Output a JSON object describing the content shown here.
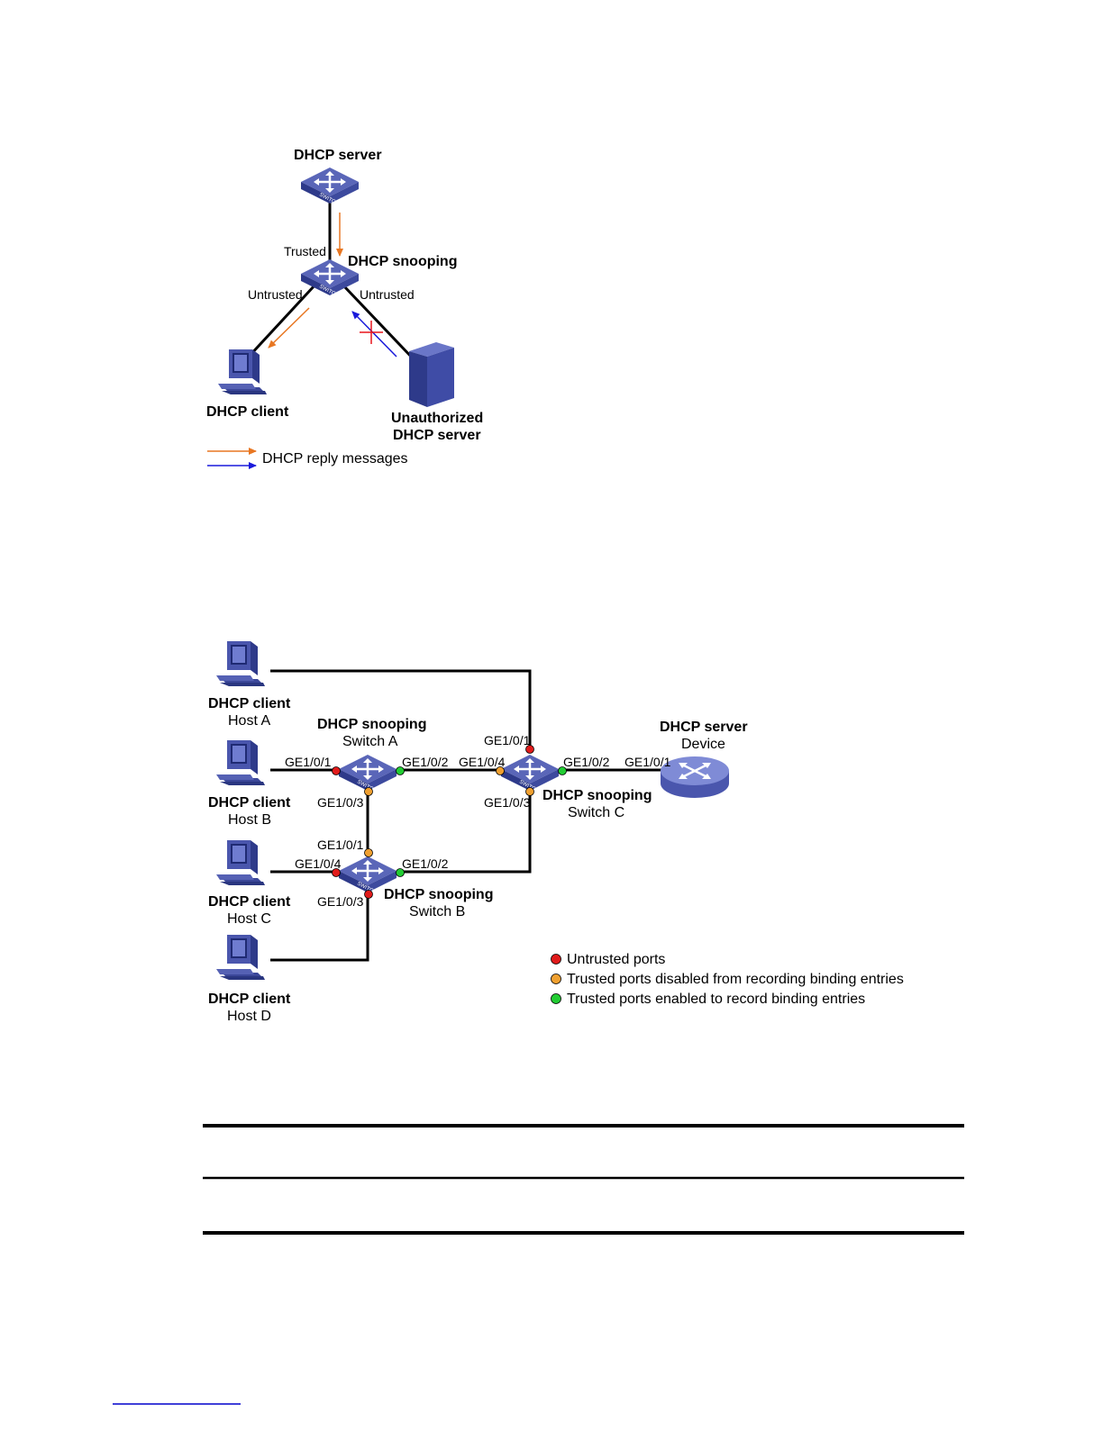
{
  "figure1": {
    "dhcp_server": "DHCP server",
    "dhcp_snooping": "DHCP snooping",
    "trusted": "Trusted",
    "untrusted_left": "Untrusted",
    "untrusted_right": "Untrusted",
    "dhcp_client": "DHCP client",
    "unauthorized_line1": "Unauthorized",
    "unauthorized_line2": "DHCP server",
    "legend_label": "DHCP reply messages",
    "colors": {
      "reply_arrow": "#e87722",
      "blocked_arrow": "#1a1adb",
      "block_mark": "#e8141c"
    }
  },
  "figure2": {
    "host_a": {
      "title": "DHCP client",
      "name": "Host A"
    },
    "host_b": {
      "title": "DHCP client",
      "name": "Host B"
    },
    "host_c": {
      "title": "DHCP client",
      "name": "Host C"
    },
    "host_d": {
      "title": "DHCP client",
      "name": "Host D"
    },
    "switch_a": {
      "title": "DHCP snooping",
      "name": "Switch A",
      "ports": {
        "p1": "GE1/0/1",
        "p2": "GE1/0/2",
        "p3": "GE1/0/3"
      }
    },
    "switch_b": {
      "title": "DHCP snooping",
      "name": "Switch B",
      "ports": {
        "p1": "GE1/0/1",
        "p2": "GE1/0/2",
        "p3": "GE1/0/3",
        "p4": "GE1/0/4"
      }
    },
    "switch_c": {
      "title": "DHCP snooping",
      "name": "Switch C",
      "ports": {
        "p1": "GE1/0/1",
        "p2": "GE1/0/2",
        "p3": "GE1/0/3",
        "p4": "GE1/0/4"
      }
    },
    "server": {
      "title": "DHCP server",
      "name": "Device",
      "port": "GE1/0/1"
    },
    "legend": {
      "untrusted": "Untrusted ports",
      "trusted_disabled": "Trusted ports disabled from recording binding entries",
      "trusted_enabled": "Trusted ports enabled to record binding entries"
    },
    "colors": {
      "untrusted": "#e01b1b",
      "trusted_disabled": "#f0a030",
      "trusted_enabled": "#22cc33"
    }
  }
}
